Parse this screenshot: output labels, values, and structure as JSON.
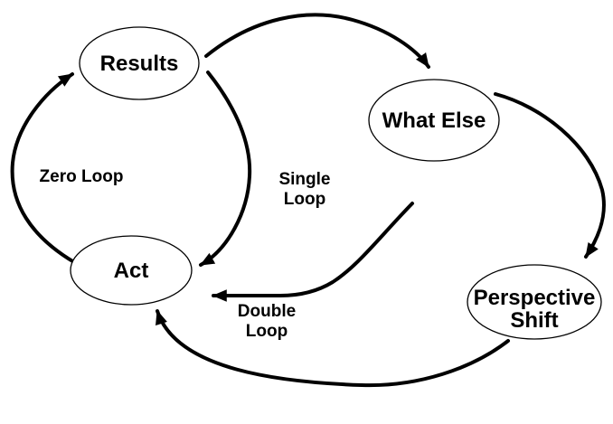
{
  "diagram": {
    "background_color": "#ffffff",
    "line_color": "#000000",
    "nodes": [
      {
        "id": "results",
        "label": "Results"
      },
      {
        "id": "what-else",
        "label": "What Else"
      },
      {
        "id": "act",
        "label": "Act"
      },
      {
        "id": "perspective-shift",
        "label_line1": "Perspective",
        "label_line2": "Shift"
      }
    ],
    "loop_labels": {
      "zero": {
        "text": "Zero Loop"
      },
      "single": {
        "line1": "Single",
        "line2": "Loop"
      },
      "double": {
        "line1": "Double",
        "line2": "Loop"
      }
    },
    "arrows": [
      {
        "name": "act-to-results",
        "loop": "Zero Loop"
      },
      {
        "name": "results-to-what-else",
        "loop": ""
      },
      {
        "name": "results-to-act",
        "loop": "Single Loop"
      },
      {
        "name": "what-else-to-perspective-shift",
        "loop": ""
      },
      {
        "name": "what-else-to-act",
        "loop": "Double Loop"
      },
      {
        "name": "perspective-shift-to-act",
        "loop": ""
      }
    ]
  }
}
